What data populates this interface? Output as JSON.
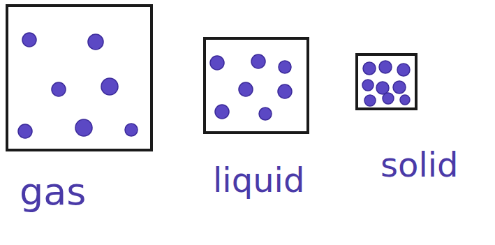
{
  "diagram": {
    "labels": [
      "gas",
      "liquid",
      "solid"
    ]
  }
}
